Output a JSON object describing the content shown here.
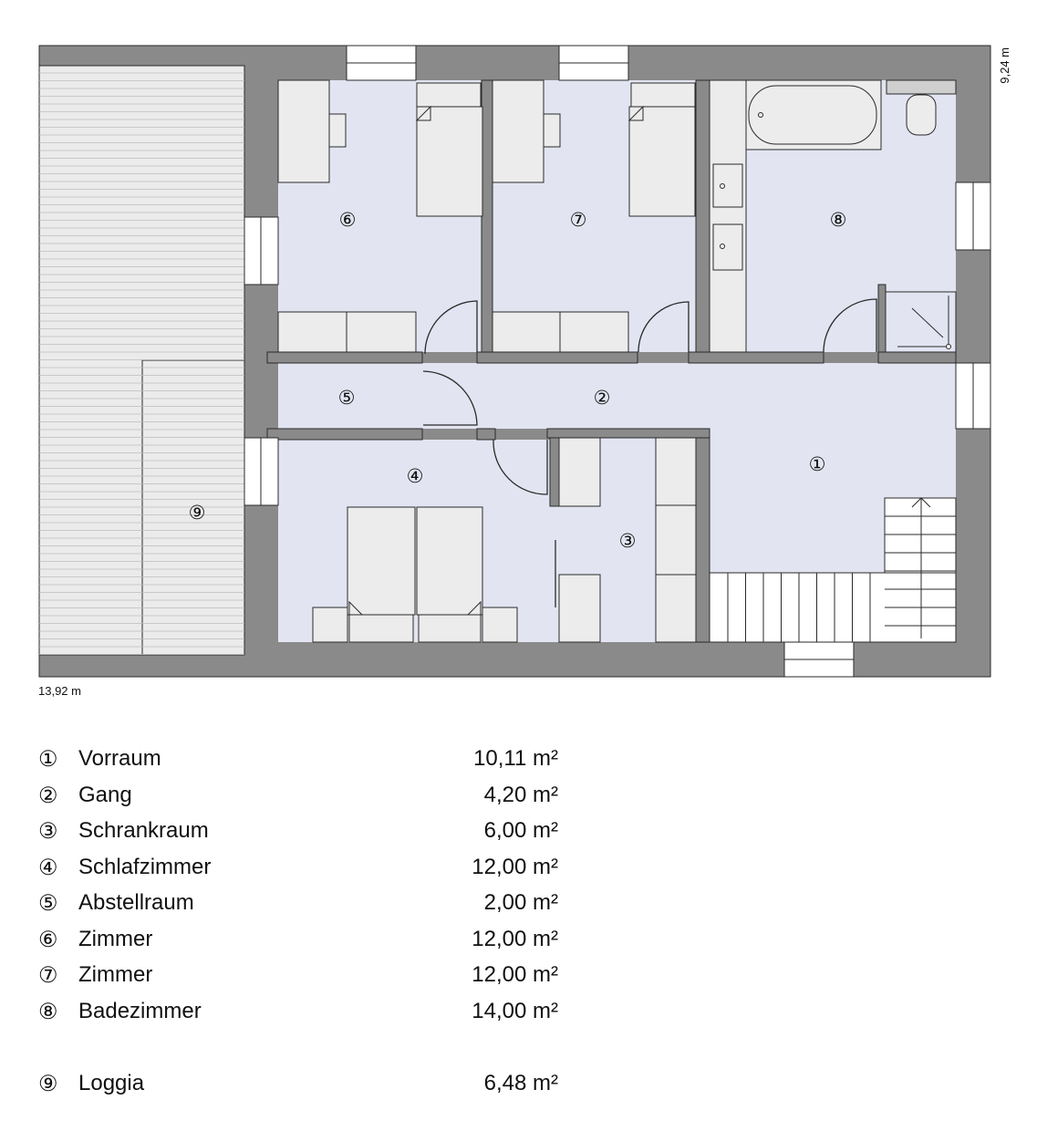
{
  "dimensions": {
    "width": "13,92 m",
    "height": "9,24 m"
  },
  "rooms": [
    {
      "num": "①",
      "name": "Vorraum",
      "area": "10,11 m²"
    },
    {
      "num": "②",
      "name": "Gang",
      "area": "4,20 m²"
    },
    {
      "num": "③",
      "name": "Schrankraum",
      "area": "6,00 m²"
    },
    {
      "num": "④",
      "name": "Schlafzimmer",
      "area": "12,00 m²"
    },
    {
      "num": "⑤",
      "name": "Abstellraum",
      "area": "2,00 m²"
    },
    {
      "num": "⑥",
      "name": "Zimmer",
      "area": "12,00 m²"
    },
    {
      "num": "⑦",
      "name": "Zimmer",
      "area": "12,00 m²"
    },
    {
      "num": "⑧",
      "name": "Badezimmer",
      "area": "14,00 m²"
    },
    {
      "num": "⑨",
      "name": "Loggia",
      "area": "6,48 m²"
    }
  ],
  "colors": {
    "wall": "#8a8a8a",
    "floor": "#e2e5f1",
    "loggia": "#ebebeb",
    "furniture": "#ececec",
    "outline": "#2a2a2a"
  }
}
